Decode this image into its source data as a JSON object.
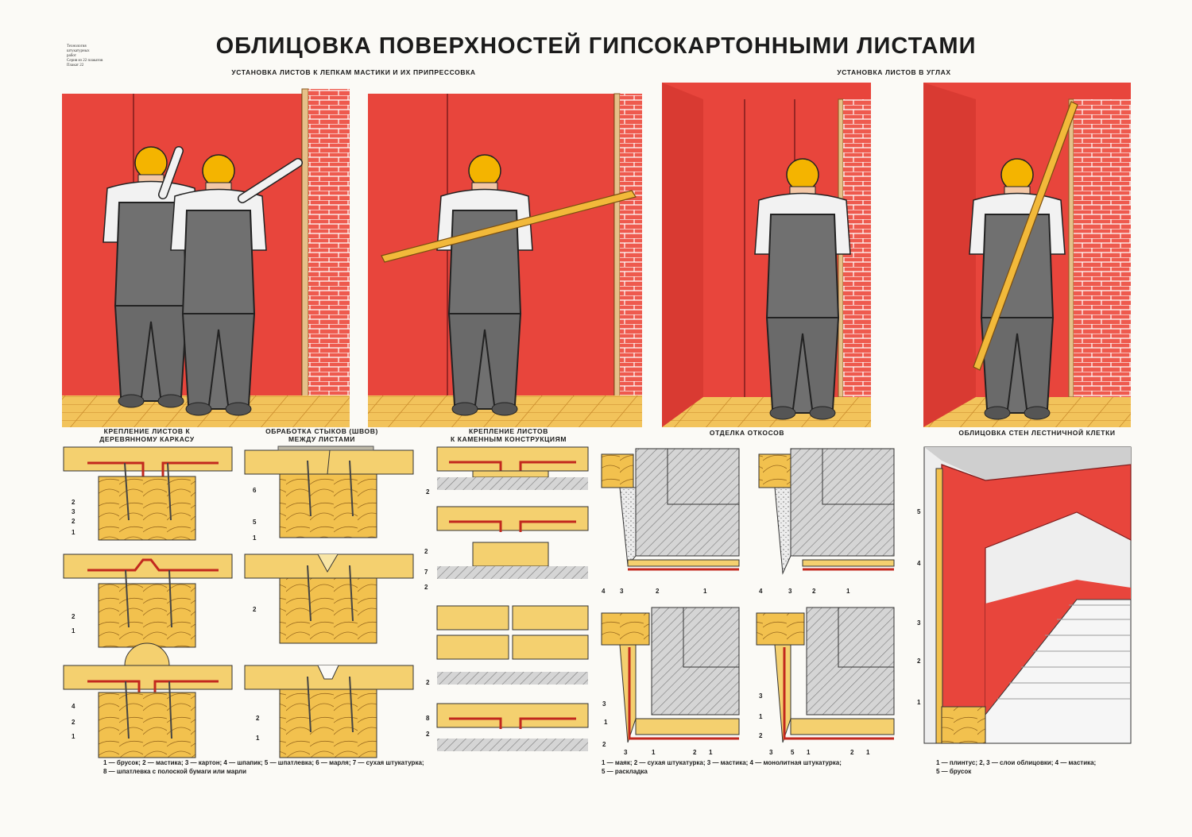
{
  "header": {
    "title": "ОБЛИЦОВКА ПОВЕРХНОСТЕЙ ГИПСОКАРТОННЫМИ ЛИСТАМИ",
    "series_lines": [
      "Технология",
      "штукатурных",
      "работ",
      "Серия из 22 плакатов",
      "Плакат 22"
    ]
  },
  "sections": {
    "top_left": "УСТАНОВКА ЛИСТОВ К ЛЕПКАМ МАСТИКИ И ИХ ПРИПРЕССОВКА",
    "top_right": "УСТАНОВКА ЛИСТОВ В УГЛАХ",
    "wood_frame": [
      "КРЕПЛЕНИЕ ЛИСТОВ К",
      "ДЕРЕВЯННОМУ КАРКАСУ"
    ],
    "seams": [
      "ОБРАБОТКА СТЫКОВ (ШВОВ)",
      "МЕЖДУ ЛИСТАМИ"
    ],
    "stone": [
      "КРЕПЛЕНИЕ ЛИСТОВ",
      "К КАМЕННЫМ КОНСТРУКЦИЯМ"
    ],
    "slopes": "ОТДЕЛКА ОТКОСОВ",
    "stairs": "ОБЛИЦОВКА СТЕН ЛЕСТНИЧНОЙ КЛЕТКИ"
  },
  "labels": {
    "wf1": [
      "2",
      "3",
      "2",
      "1"
    ],
    "wf2": [
      "2",
      "1"
    ],
    "wf3": [
      "4",
      "2",
      "1"
    ],
    "sm1": [
      "6",
      "5",
      "1"
    ],
    "sm2": [
      "2"
    ],
    "sm3": [
      "2",
      "1"
    ],
    "st1": [
      "2"
    ],
    "st2": [
      "2",
      "7",
      "2"
    ],
    "st3": [
      "2"
    ],
    "st4": [
      "8",
      "2"
    ],
    "sl1": [
      "4",
      "3",
      "2",
      "1"
    ],
    "sl2": [
      "4",
      "3",
      "2",
      "1"
    ],
    "sl3": [
      "3",
      "1",
      "2",
      "3",
      "1",
      "2",
      "1"
    ],
    "sl4": [
      "3",
      "1",
      "2",
      "3",
      "5",
      "1",
      "2",
      "1"
    ],
    "stairs": [
      "5",
      "4",
      "3",
      "2",
      "1"
    ]
  },
  "legends": {
    "left": [
      "1 — брусок; 2 — мастика; 3 — картон; 4 — шпапик; 5 — шпатлевка; 6 — марля; 7 — сухая штукатурка;",
      "8 — шпатлевка с полоской бумаги или марли"
    ],
    "middle": [
      "1 — маяк; 2 — сухая штукатурка; 3 — мастика; 4 — монолитная штукатурка;",
      "5 — раскладка"
    ],
    "right": [
      "1 — плинтус; 2, 3 — слои облицовки; 4 — мастика;",
      "5 — брусок"
    ]
  },
  "colors": {
    "drywall_red": "#e8453c",
    "brick": "#ee5a4e",
    "floor": "#f2c35b",
    "wood": "#f2c14e",
    "concrete": "#c9c9c9",
    "overalls": "#6f6f6f"
  }
}
